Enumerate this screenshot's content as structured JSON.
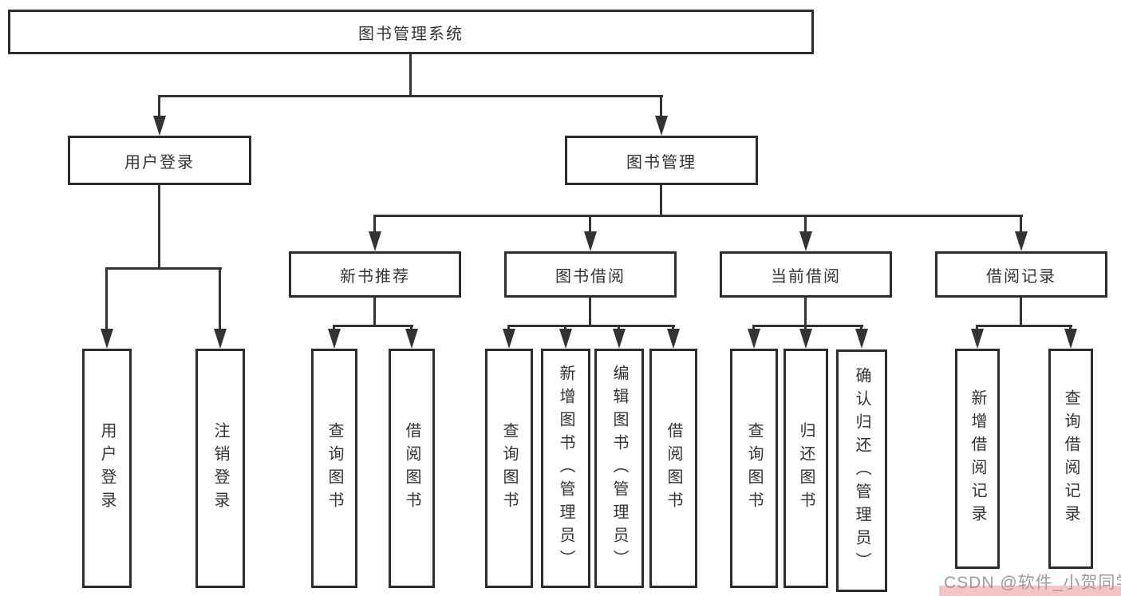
{
  "tree": {
    "root": {
      "label": "图书管理系统",
      "children": [
        {
          "label": "用户登录",
          "children": [
            {
              "label": "用户登录"
            },
            {
              "label": "注销登录"
            }
          ]
        },
        {
          "label": "图书管理",
          "children": [
            {
              "label": "新书推荐",
              "children": [
                {
                  "label": "查询图书"
                },
                {
                  "label": "借阅图书"
                }
              ]
            },
            {
              "label": "图书借阅",
              "children": [
                {
                  "label": "查询图书"
                },
                {
                  "label": "新增图书（管理员）"
                },
                {
                  "label": "编辑图书（管理员）"
                },
                {
                  "label": "借阅图书"
                }
              ]
            },
            {
              "label": "当前借阅",
              "children": [
                {
                  "label": "查询图书"
                },
                {
                  "label": "归还图书"
                },
                {
                  "label": "确认归还（管理员）"
                }
              ]
            },
            {
              "label": "借阅记录",
              "children": [
                {
                  "label": "新增借阅记录"
                },
                {
                  "label": "查询借阅记录"
                }
              ]
            }
          ]
        }
      ]
    }
  },
  "watermark": {
    "text": "CSDN @软件_小贺同学"
  },
  "colors": {
    "line": "#333333",
    "box_border": "#2d2d2d",
    "text": "#333333",
    "background": "#ffffff",
    "watermark_text": "#9c9c9c",
    "watermark_highlight": "#f5c4c4"
  }
}
